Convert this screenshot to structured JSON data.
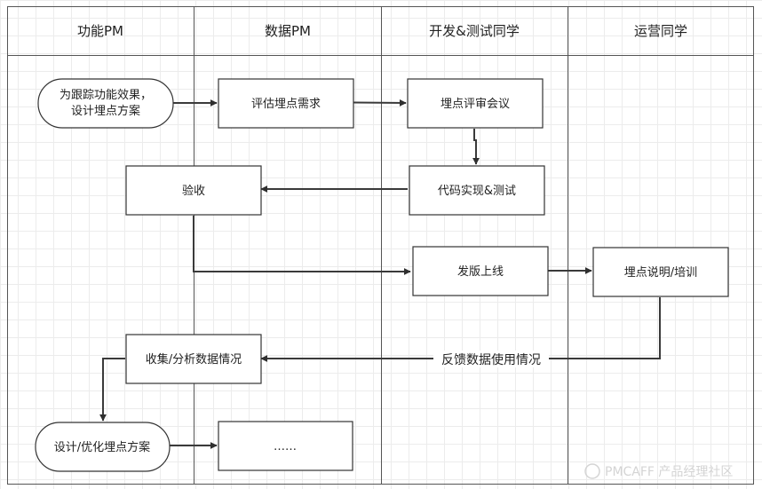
{
  "lanes": [
    {
      "id": "lane-pm-func",
      "title": "功能PM"
    },
    {
      "id": "lane-pm-data",
      "title": "数据PM"
    },
    {
      "id": "lane-dev",
      "title": "开发&测试同学"
    },
    {
      "id": "lane-ops",
      "title": "运营同学"
    }
  ],
  "nodes": {
    "start": {
      "lines": [
        "为跟踪功能效果，",
        "设计埋点方案"
      ]
    },
    "evaluate": {
      "lines": [
        "评估埋点需求"
      ]
    },
    "review": {
      "lines": [
        "埋点评审会议"
      ]
    },
    "implement": {
      "lines": [
        "代码实现&测试"
      ]
    },
    "accept": {
      "lines": [
        "验收"
      ]
    },
    "release": {
      "lines": [
        "发版上线"
      ]
    },
    "training": {
      "lines": [
        "埋点说明/培训"
      ]
    },
    "analyze": {
      "lines": [
        "收集/分析数据情况"
      ]
    },
    "optimize": {
      "lines": [
        "设计/优化埋点方案"
      ]
    },
    "more": {
      "lines": [
        "……"
      ]
    }
  },
  "edge_labels": {
    "feedback": "反馈数据使用情况"
  },
  "watermark": "PMCAFF 产品经理社区",
  "colors": {
    "line": "#3a3a3a",
    "node_fill": "#ffffff",
    "watermark": "#d4d4d4"
  }
}
